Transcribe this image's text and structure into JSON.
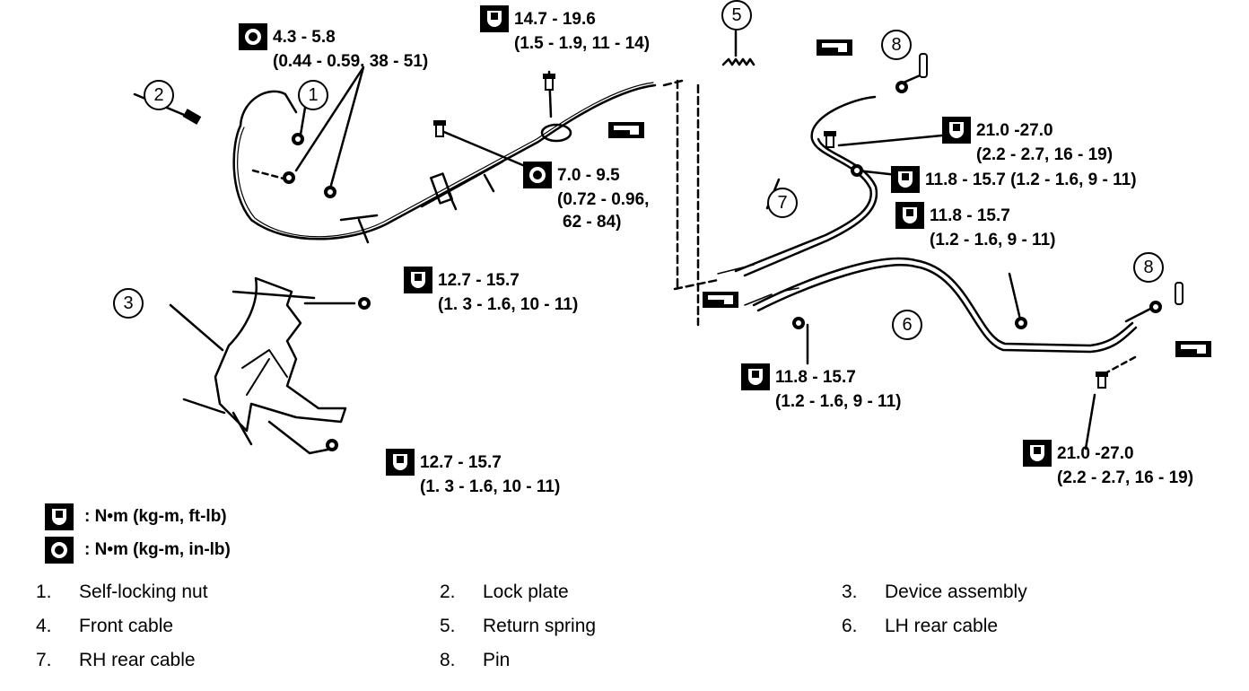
{
  "torque_specs": [
    {
      "id": "t1",
      "type": "in-lb",
      "value": "4.3 - 5.8",
      "sub": "(0.44 - 0.59, 38 - 51)"
    },
    {
      "id": "t2",
      "type": "ft-lb",
      "value": "14.7 - 19.6",
      "sub": "(1.5 - 1.9, 11 - 14)"
    },
    {
      "id": "t3",
      "type": "in-lb",
      "value": "7.0 - 9.5",
      "sub": "(0.72 - 0.96,",
      "sub2": "62 - 84)"
    },
    {
      "id": "t4",
      "type": "ft-lb",
      "value": "12.7 - 15.7",
      "sub": "(1. 3  - 1.6, 10 - 11)"
    },
    {
      "id": "t5",
      "type": "ft-lb",
      "value": "12.7 - 15.7",
      "sub": "(1. 3  - 1.6, 10 - 11)"
    },
    {
      "id": "t6",
      "type": "ft-lb",
      "value": "21.0 -27.0",
      "sub": "(2.2 - 2.7, 16 - 19)"
    },
    {
      "id": "t7",
      "type": "ft-lb",
      "value": "11.8 - 15.7 (1.2 - 1.6, 9 - 11)"
    },
    {
      "id": "t8",
      "type": "ft-lb",
      "value": "11.8 - 15.7",
      "sub": "(1.2 - 1.6, 9 - 11)"
    },
    {
      "id": "t9",
      "type": "ft-lb",
      "value": "11.8 - 15.7",
      "sub": "(1.2 - 1.6, 9 - 11)"
    },
    {
      "id": "t10",
      "type": "ft-lb",
      "value": "21.0 -27.0",
      "sub": "(2.2 - 2.7, 16 - 19)"
    }
  ],
  "legend": [
    {
      "type": "ft-lb",
      "text": ":  N•m  (kg-m,  ft-lb)"
    },
    {
      "type": "in-lb",
      "text": ":  N•m  (kg-m,  in-lb)"
    }
  ],
  "callouts": [
    "1",
    "2",
    "3",
    "5",
    "7",
    "8",
    "8",
    "6"
  ],
  "parts": [
    {
      "num": "1.",
      "name": "Self-locking nut"
    },
    {
      "num": "2.",
      "name": "Lock plate"
    },
    {
      "num": "3.",
      "name": "Device assembly"
    },
    {
      "num": "4.",
      "name": "Front cable"
    },
    {
      "num": "5.",
      "name": "Return spring"
    },
    {
      "num": "6.",
      "name": "LH rear cable"
    },
    {
      "num": "7.",
      "name": "RH rear cable"
    },
    {
      "num": "8.",
      "name": "Pin"
    }
  ],
  "icons": {
    "ft-lb": "torque-wrench-icon",
    "in-lb": "torque-wrench-small-icon",
    "grease": "grease-tool-icon"
  }
}
